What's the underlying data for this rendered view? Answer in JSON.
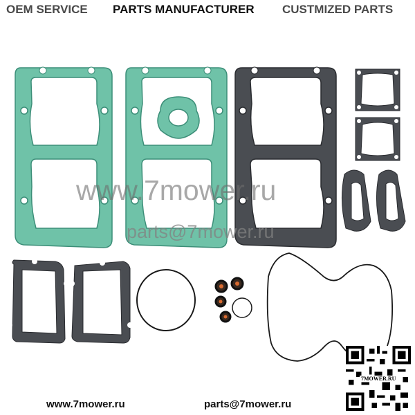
{
  "banner": {
    "left": "OEM SERVICE",
    "center": "PARTS MANUFACTURER",
    "right": "CUSTMIZED PARTS",
    "colors": {
      "left": "#4a4a4a",
      "center": "#111111",
      "right": "#4a4a4a"
    }
  },
  "watermark": {
    "site": "www.7mower.ru",
    "email": "parts@7mower.ru"
  },
  "footer": {
    "url": "www.7mower.ru",
    "email": "parts@7mower.ru"
  },
  "qr": {
    "label": "7MOWER.RU"
  },
  "colors": {
    "green_gasket": "#6fc2a8",
    "green_edge": "#3c8e78",
    "dark_gasket": "#4a4d52",
    "black_line": "#1a1a1a"
  }
}
